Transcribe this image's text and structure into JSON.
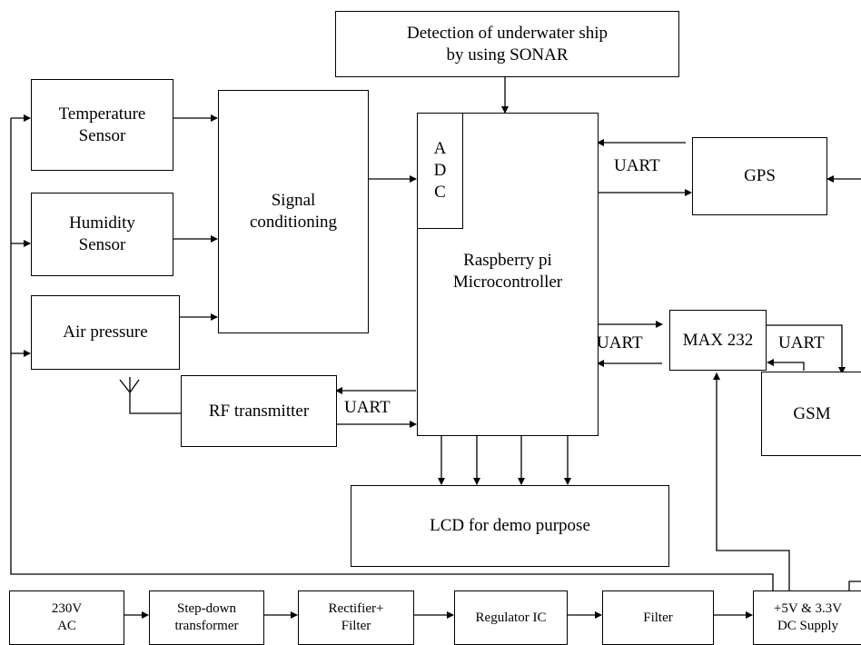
{
  "blocks": {
    "sonar": "Detection of underwater ship\nby using SONAR",
    "temperature": "Temperature\nSensor",
    "humidity": "Humidity\nSensor",
    "air_pressure": "Air pressure",
    "signal_conditioning": "Signal\nconditioning",
    "adc": "A\nD\nC",
    "raspberry": "Raspberry pi\nMicrocontroller",
    "gps": "GPS",
    "max232": "MAX 232",
    "gsm": "GSM",
    "rf_transmitter": "RF transmitter",
    "lcd": "LCD for demo purpose",
    "ac_230v": "230V\nAC",
    "stepdown": "Step-down\ntransformer",
    "rectifier": "Rectifier+\nFilter",
    "regulator": "Regulator IC",
    "filter": "Filter",
    "dc_supply": "+5V & 3.3V\nDC Supply"
  },
  "labels": {
    "uart_gps": "UART",
    "uart_max_left": "UART",
    "uart_max_right": "UART",
    "uart_rf": "UART"
  }
}
